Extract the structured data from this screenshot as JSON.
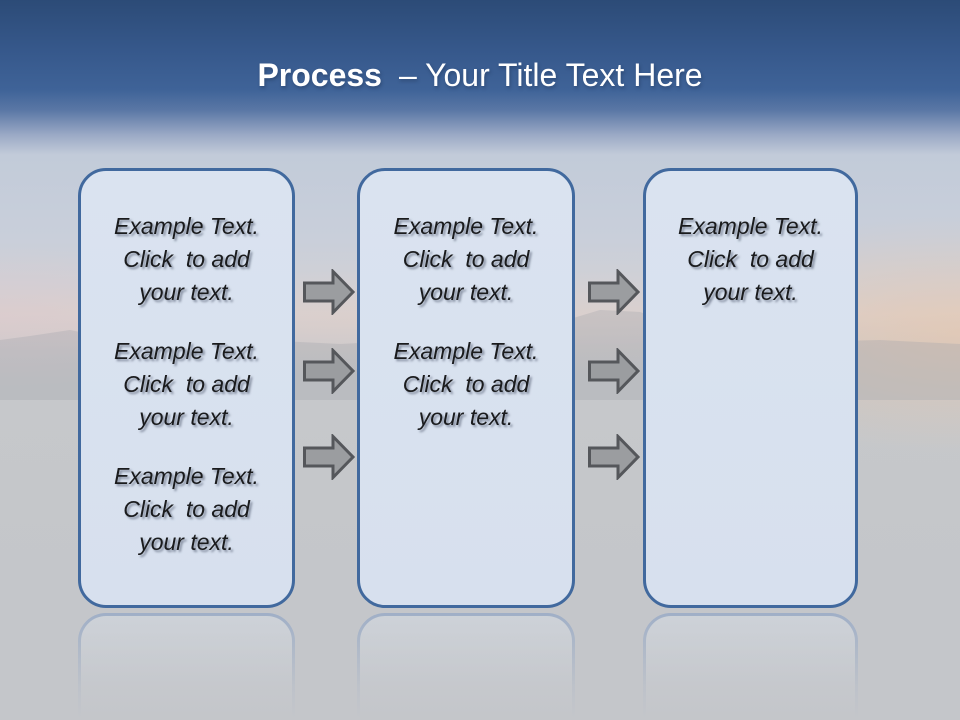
{
  "title": {
    "bold": "Process",
    "rest": "– Your Title Text Here"
  },
  "boxes": [
    {
      "paragraphs": [
        "Example Text.\nClick  to add\nyour text.",
        "Example Text.\nClick  to add\nyour text.",
        "Example Text.\nClick  to add\nyour text."
      ]
    },
    {
      "paragraphs": [
        "Example Text.\nClick  to add\nyour text.",
        "Example Text.\nClick  to add\nyour text."
      ]
    },
    {
      "paragraphs": [
        "Example Text.\nClick  to add\nyour text."
      ]
    }
  ],
  "icons": {
    "arrow": "right-block-arrow-icon",
    "arrow_count_between_box1_box2": 3,
    "arrow_count_between_box2_box3": 3
  },
  "colors": {
    "header_blue_top": "#2C4B77",
    "header_blue_mid": "#3F6398",
    "background_gray": "#C5C7CB",
    "box_fill": "#D9E2EF",
    "box_border": "#41699E",
    "arrow_fill": "#9B9DA0",
    "arrow_outline": "#55575B",
    "title_text": "#FFFFFF",
    "body_text": "#1A1B1D"
  }
}
